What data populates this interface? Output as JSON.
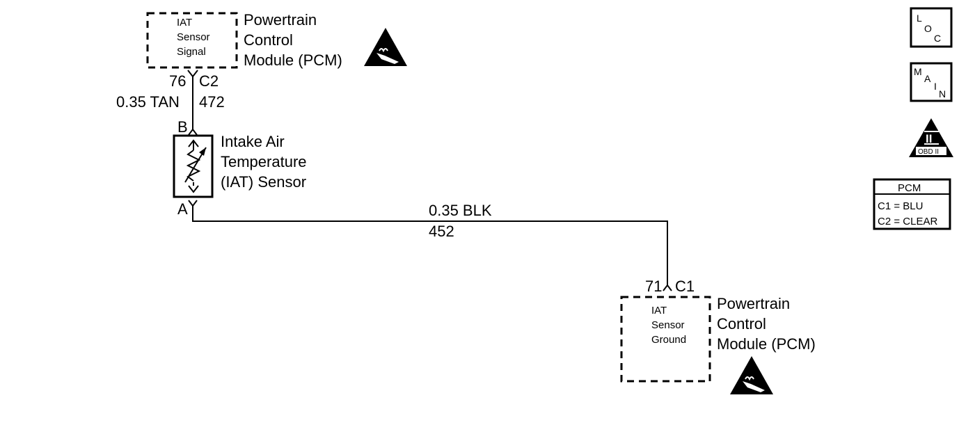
{
  "pcm_top": {
    "box_lines": [
      "IAT",
      "Sensor",
      "Signal"
    ],
    "label_lines": [
      "Powertrain",
      "Control",
      "Module (PCM)"
    ],
    "pin": "76",
    "connector": "C2"
  },
  "wire_top": {
    "gauge_color": "0.35 TAN",
    "circuit": "472"
  },
  "sensor": {
    "terminal_b": "B",
    "terminal_a": "A",
    "label_lines": [
      "Intake Air",
      "Temperature",
      "(IAT) Sensor"
    ]
  },
  "wire_bottom": {
    "gauge_color": "0.35 BLK",
    "circuit": "452"
  },
  "pcm_bottom": {
    "box_lines": [
      "IAT",
      "Sensor",
      "Ground"
    ],
    "label_lines": [
      "Powertrain",
      "Control",
      "Module (PCM)"
    ],
    "pin": "71",
    "connector": "C1"
  },
  "legend": {
    "loc": [
      "L",
      "O",
      "C"
    ],
    "main": [
      "M",
      "A",
      "I",
      "N"
    ],
    "obd_symbol": "II",
    "obd_label": "OBD II",
    "pcm_table": {
      "header": "PCM",
      "rows": [
        "C1 = BLU",
        "C2 = CLEAR"
      ]
    }
  },
  "icons": {
    "esd_top": "esd-warning-icon",
    "esd_bottom": "esd-warning-icon"
  }
}
